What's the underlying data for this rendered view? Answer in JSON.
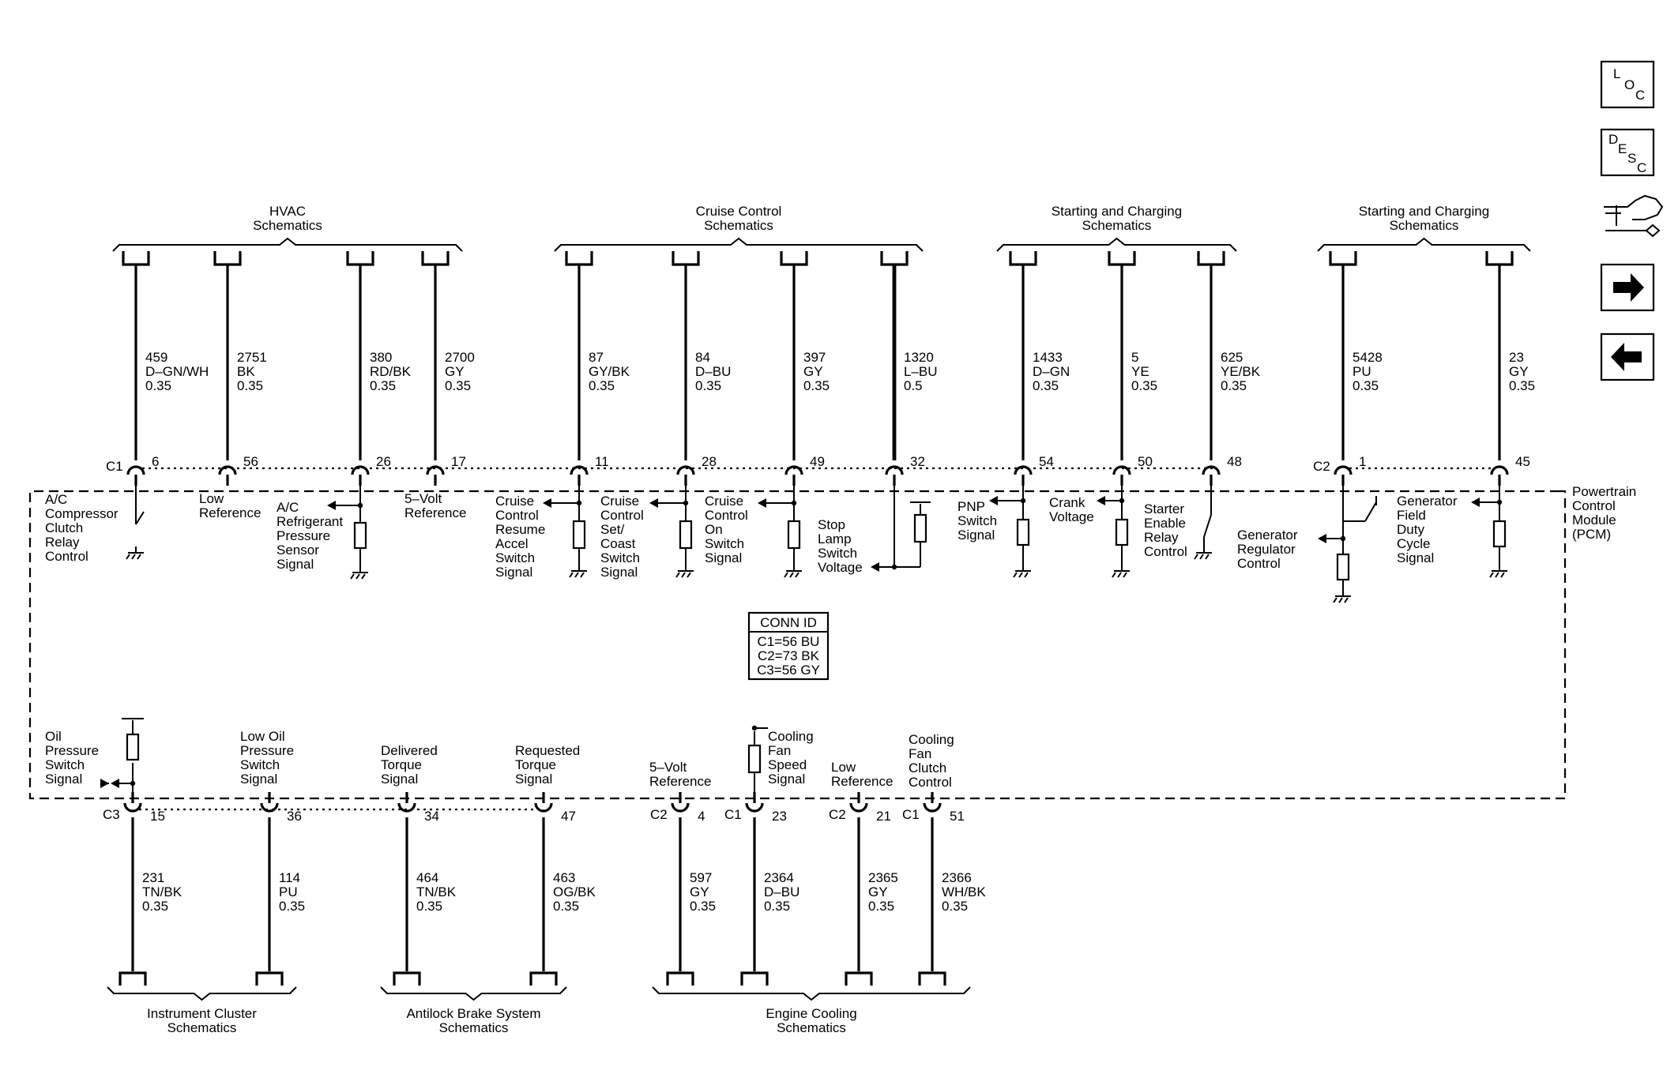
{
  "groups_top": [
    {
      "id": "hvac",
      "lines": [
        "HVAC",
        "Schematics"
      ]
    },
    {
      "id": "cruise",
      "lines": [
        "Cruise Control",
        "Schematics"
      ]
    },
    {
      "id": "sc1",
      "lines": [
        "Starting and Charging",
        "Schematics"
      ]
    },
    {
      "id": "sc2",
      "lines": [
        "Starting and Charging",
        "Schematics"
      ]
    }
  ],
  "groups_bottom": [
    {
      "id": "ic",
      "lines": [
        "Instrument Cluster",
        "Schematics"
      ]
    },
    {
      "id": "abs",
      "lines": [
        "Antilock Brake System",
        "Schematics"
      ]
    },
    {
      "id": "ec",
      "lines": [
        "Engine Cooling",
        "Schematics"
      ]
    }
  ],
  "top_wires": [
    {
      "circuit": "459",
      "color": "D–GN/WH",
      "gauge": "0.35",
      "conn": "C1",
      "pin": "6",
      "desc": [
        "A/C",
        "Compressor",
        "Clutch",
        "Relay",
        "Control"
      ]
    },
    {
      "circuit": "2751",
      "color": "BK",
      "gauge": "0.35",
      "conn": "",
      "pin": "56",
      "desc": [
        "Low",
        "Reference"
      ]
    },
    {
      "circuit": "380",
      "color": "RD/BK",
      "gauge": "0.35",
      "conn": "",
      "pin": "26",
      "desc": [
        "A/C",
        "Refrigerant",
        "Pressure",
        "Sensor",
        "Signal"
      ]
    },
    {
      "circuit": "2700",
      "color": "GY",
      "gauge": "0.35",
      "conn": "",
      "pin": "17",
      "desc": [
        "5–Volt",
        "Reference"
      ]
    },
    {
      "circuit": "87",
      "color": "GY/BK",
      "gauge": "0.35",
      "conn": "",
      "pin": "11",
      "desc": [
        "Cruise",
        "Control",
        "Resume",
        "Accel",
        "Switch",
        "Signal"
      ]
    },
    {
      "circuit": "84",
      "color": "D–BU",
      "gauge": "0.35",
      "conn": "",
      "pin": "28",
      "desc": [
        "Cruise",
        "Control",
        "Set/",
        "Coast",
        "Switch",
        "Signal"
      ]
    },
    {
      "circuit": "397",
      "color": "GY",
      "gauge": "0.35",
      "conn": "",
      "pin": "49",
      "desc": [
        "Cruise",
        "Control",
        "On",
        "Switch",
        "Signal"
      ]
    },
    {
      "circuit": "1320",
      "color": "L–BU",
      "gauge": "0.5",
      "conn": "",
      "pin": "32",
      "desc": [
        "Stop",
        "Lamp",
        "Switch",
        "Voltage"
      ]
    },
    {
      "circuit": "1433",
      "color": "D–GN",
      "gauge": "0.35",
      "conn": "",
      "pin": "54",
      "desc": [
        "PNP",
        "Switch",
        "Signal"
      ]
    },
    {
      "circuit": "5",
      "color": "YE",
      "gauge": "0.35",
      "conn": "",
      "pin": "50",
      "desc": [
        "Crank",
        "Voltage"
      ]
    },
    {
      "circuit": "625",
      "color": "YE/BK",
      "gauge": "0.35",
      "conn": "",
      "pin": "48",
      "desc": [
        "Starter",
        "Enable",
        "Relay",
        "Control"
      ]
    },
    {
      "circuit": "5428",
      "color": "PU",
      "gauge": "0.35",
      "conn": "C2",
      "pin": "1",
      "desc": [
        "Generator",
        "Regulator",
        "Control"
      ]
    },
    {
      "circuit": "23",
      "color": "GY",
      "gauge": "0.35",
      "conn": "",
      "pin": "45",
      "desc": [
        "Generator",
        "Field",
        "Duty",
        "Cycle",
        "Signal"
      ]
    }
  ],
  "bottom_wires": [
    {
      "circuit": "231",
      "color": "TN/BK",
      "gauge": "0.35",
      "conn": "C3",
      "pin": "15",
      "desc": [
        "Oil",
        "Pressure",
        "Switch",
        "Signal"
      ]
    },
    {
      "circuit": "114",
      "color": "PU",
      "gauge": "0.35",
      "conn": "",
      "pin": "36",
      "desc": [
        "Low Oil",
        "Pressure",
        "Switch",
        "Signal"
      ]
    },
    {
      "circuit": "464",
      "color": "TN/BK",
      "gauge": "0.35",
      "conn": "",
      "pin": "34",
      "desc": [
        "Delivered",
        "Torque",
        "Signal"
      ]
    },
    {
      "circuit": "463",
      "color": "OG/BK",
      "gauge": "0.35",
      "conn": "",
      "pin": "47",
      "desc": [
        "Requested",
        "Torque",
        "Signal"
      ]
    },
    {
      "circuit": "597",
      "color": "GY",
      "gauge": "0.35",
      "conn": "C2",
      "pin": "4",
      "desc": [
        "5–Volt",
        "Reference"
      ]
    },
    {
      "circuit": "2364",
      "color": "D–BU",
      "gauge": "0.35",
      "conn": "C1",
      "pin": "23",
      "desc": [
        "Cooling",
        "Fan",
        "Speed",
        "Signal"
      ]
    },
    {
      "circuit": "2365",
      "color": "GY",
      "gauge": "0.35",
      "conn": "C2",
      "pin": "21",
      "desc": [
        "Low",
        "Reference"
      ]
    },
    {
      "circuit": "2366",
      "color": "WH/BK",
      "gauge": "0.35",
      "conn": "C1",
      "pin": "51",
      "desc": [
        "Cooling",
        "Fan",
        "Clutch",
        "Control"
      ]
    }
  ],
  "module": {
    "lines": [
      "Powertrain",
      "Control",
      "Module",
      "(PCM)"
    ]
  },
  "conn_id": {
    "title": "CONN ID",
    "rows": [
      "C1=56 BU",
      "C2=73 BK",
      "C3=56 GY"
    ]
  },
  "nav": {
    "loc": [
      "L",
      "O",
      "C"
    ],
    "desc": [
      "D",
      "E",
      "S",
      "C"
    ],
    "icons": [
      "wrench-hand-icon",
      "arrow-right-icon",
      "arrow-left-icon"
    ]
  }
}
